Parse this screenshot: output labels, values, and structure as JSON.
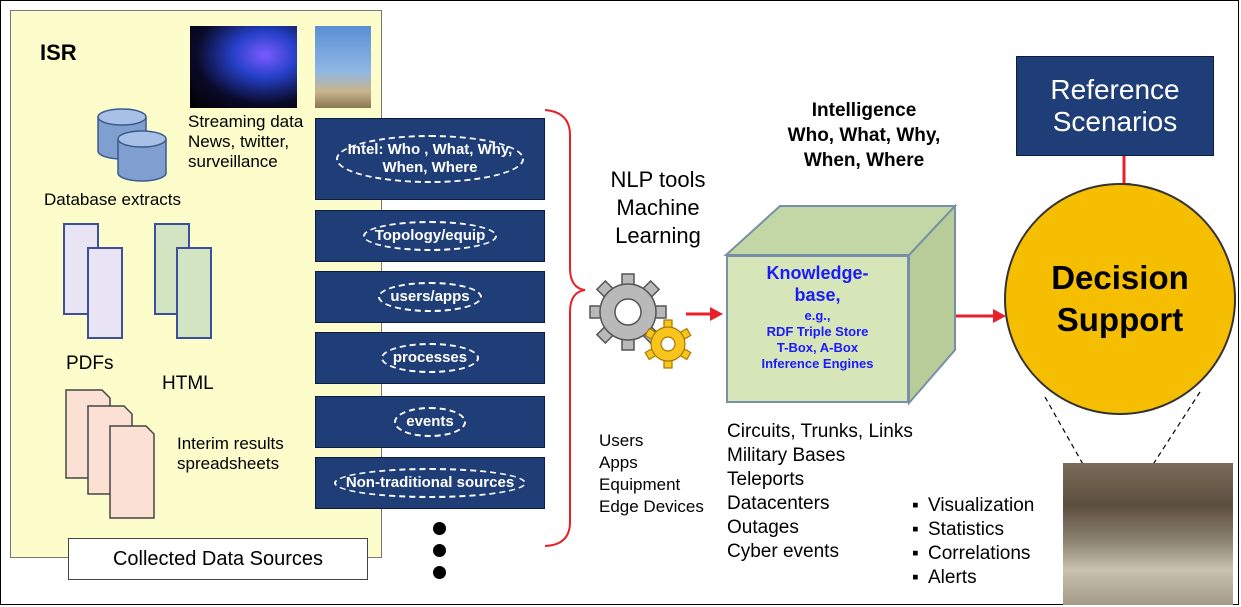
{
  "sources": {
    "title": "ISR",
    "streaming": [
      "Streaming data",
      "News, twitter,",
      "surveillance"
    ],
    "database": "Database extracts",
    "pdfs": "PDFs",
    "html": "HTML",
    "interim": [
      "Interim results",
      "spreadsheets"
    ],
    "footer": "Collected Data Sources"
  },
  "categories": [
    {
      "lines": [
        "Intel: Who , What, Why,",
        "When, Where"
      ]
    },
    {
      "lines": [
        "Topology/equip"
      ]
    },
    {
      "lines": [
        "users/apps"
      ]
    },
    {
      "lines": [
        "processes"
      ]
    },
    {
      "lines": [
        "events"
      ]
    },
    {
      "lines": [
        "Non-traditional sources"
      ]
    }
  ],
  "nlp": [
    "NLP tools",
    "Machine",
    "Learning"
  ],
  "inputs": [
    "Users",
    "Apps",
    "Equipment",
    "Edge Devices"
  ],
  "intelligence": [
    "Intelligence",
    "Who, What, Why,",
    "When, Where"
  ],
  "knowledge_base": {
    "title": [
      "Knowledge-",
      "base,"
    ],
    "details": [
      "e.g.,",
      "RDF Triple Store",
      "T-Box, A-Box",
      "Inference Engines"
    ]
  },
  "entities": [
    "Circuits, Trunks, Links",
    "Military Bases",
    "Teleports",
    "Datacenters",
    "Outages",
    "Cyber events"
  ],
  "reference": [
    "Reference",
    "Scenarios"
  ],
  "decision": [
    "Decision",
    "Support"
  ],
  "outputs": [
    "Visualization",
    "Statistics",
    "Correlations",
    "Alerts"
  ],
  "colors": {
    "panel": "#fdfccb",
    "box": "#1f3e77",
    "kb": "#d7e6b8",
    "decision": "#f6be00",
    "arrow": "#e8202a"
  }
}
